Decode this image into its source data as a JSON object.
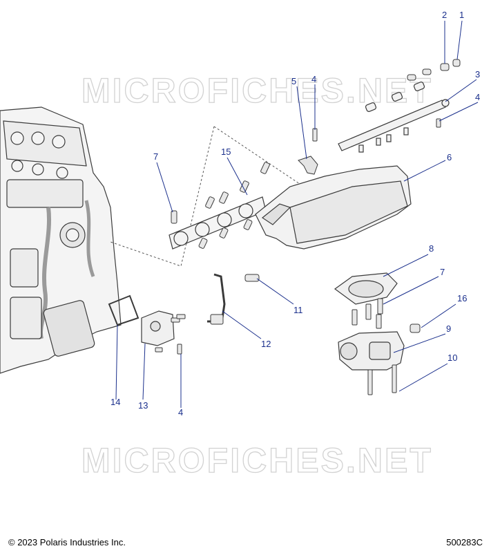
{
  "watermarks": [
    "MICROFICHES.NET",
    "MICROFICHES.NET"
  ],
  "callouts": [
    "1",
    "2",
    "3",
    "4",
    "4",
    "4",
    "5",
    "6",
    "7",
    "7",
    "8",
    "9",
    "10",
    "11",
    "12",
    "13",
    "14",
    "15",
    "16"
  ],
  "footer": {
    "copyright": "© 2023 Polaris Industries Inc.",
    "drawing_id": "500283C"
  },
  "colors": {
    "callout": "#1a2f8c",
    "leader": "#1a2f8c",
    "part_outline": "#3a3a3a",
    "part_fill": "#f2f2f2",
    "watermark": "#d2d2d2"
  }
}
